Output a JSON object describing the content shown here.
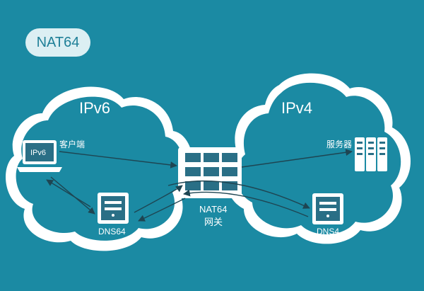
{
  "badge": "NAT64",
  "clouds": {
    "left": "IPv6",
    "right": "IPv4"
  },
  "nodes": {
    "client": {
      "screen_text": "IPv6",
      "label": "客户端"
    },
    "dns64": {
      "label": "DNS64"
    },
    "gateway": {
      "label_line1": "NAT64",
      "label_line2": "网关"
    },
    "dns4": {
      "label": "DNS4"
    },
    "server": {
      "label": "服务器"
    }
  },
  "colors": {
    "background": "#1b8aa3",
    "cloud": "#ffffff",
    "badge_bg": "#dceff3",
    "badge_text": "#1e7f97",
    "device": "#2a6f86",
    "arrow": "#1e4552"
  },
  "icons": [
    "laptop-icon",
    "server-icon",
    "gateway-icon",
    "server-rack-icon"
  ]
}
